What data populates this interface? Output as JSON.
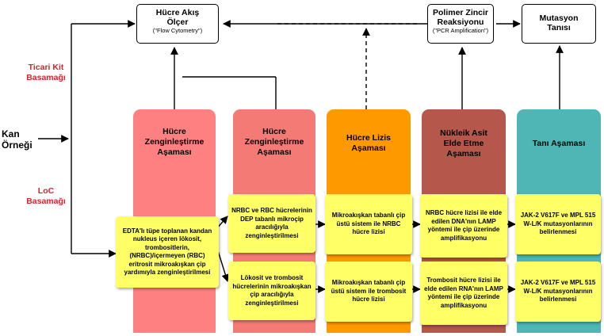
{
  "top_boxes": {
    "flow": {
      "title_1": "Hücre Akış",
      "title_2": "Ölçer",
      "sub": "(\"Flow Cytometry\")"
    },
    "pcr": {
      "title_1": "Polimer Zincir",
      "title_2": "Reaksiyonu",
      "sub": "(\"PCR Amplification\")"
    },
    "dx": {
      "title_1": "Mutasyon",
      "title_2": "Tanısı"
    }
  },
  "side_labels": {
    "kit_1": "Ticari Kit",
    "kit_2": "Basamağı",
    "loc_1": "LoC",
    "loc_2": "Basamağı",
    "blood_1": "Kan",
    "blood_2": "Örneği"
  },
  "stages": {
    "s1": {
      "line_1": "Hücre",
      "line_2": "Zenginleştirme",
      "line_3": "Aşaması"
    },
    "s2": {
      "line_1": "Hücre",
      "line_2": "Zenginleştirme",
      "line_3": "Aşaması"
    },
    "s3": {
      "line_1": "Hücre Lizis",
      "line_2": "Aşaması"
    },
    "s4": {
      "line_1": "Nükleik Asit",
      "line_2": "Elde Etme",
      "line_3": "Aşaması"
    },
    "s5": {
      "line_1": "Tanı Aşaması"
    }
  },
  "notes": {
    "edta": "EDTA'lı tüpe toplanan kandan nukleus içeren lökosit, trombositlerin, (NRBC)/içermeyen (RBC) eritrosit mikroakışkan çip yardımıyla zenginleştirilmesi",
    "dep": "NRBC ve RBC hücrelerinin DEP tabanlı mikroçip aracılığıyla zenginleştirilmesi",
    "lok": "Lökosit ve trombosit hücrelerinin mikroakışkan çip aracılığıyla zenginleştirilmesi",
    "lyse_nrbc": "Mikroakışkan tabanlı çip üstü sistem ile NRBC hücre lizisi",
    "lyse_trom": "Mikroakışkan tabanlı çip üstü sistem ile trombosit hücre lizisi",
    "dna": "NRBC hücre lizisi ile elde edilen DNA'nın LAMP yöntemi ile çip üzerinde amplifikasyonu",
    "rna": "Trombosit hücre lizisi ile elde edilen RNA'nın LAMP yöntemi ile çip üzerinde amplifikasyonu",
    "jak1": "JAK-2 V617F ve MPL 515 W-L/K mutasyonlarının belirlenmesi",
    "jak2": "JAK-2 V617F ve MPL 515 W-L/K mutasyonlarının belirlenmesi"
  },
  "colors": {
    "pink": "#ff8080",
    "salmon": "#f47b75",
    "orange": "#ff9900",
    "brown": "#b5574a",
    "teal": "#4fb5b5",
    "note": "#ffff66",
    "label_red": "#d8232a"
  }
}
